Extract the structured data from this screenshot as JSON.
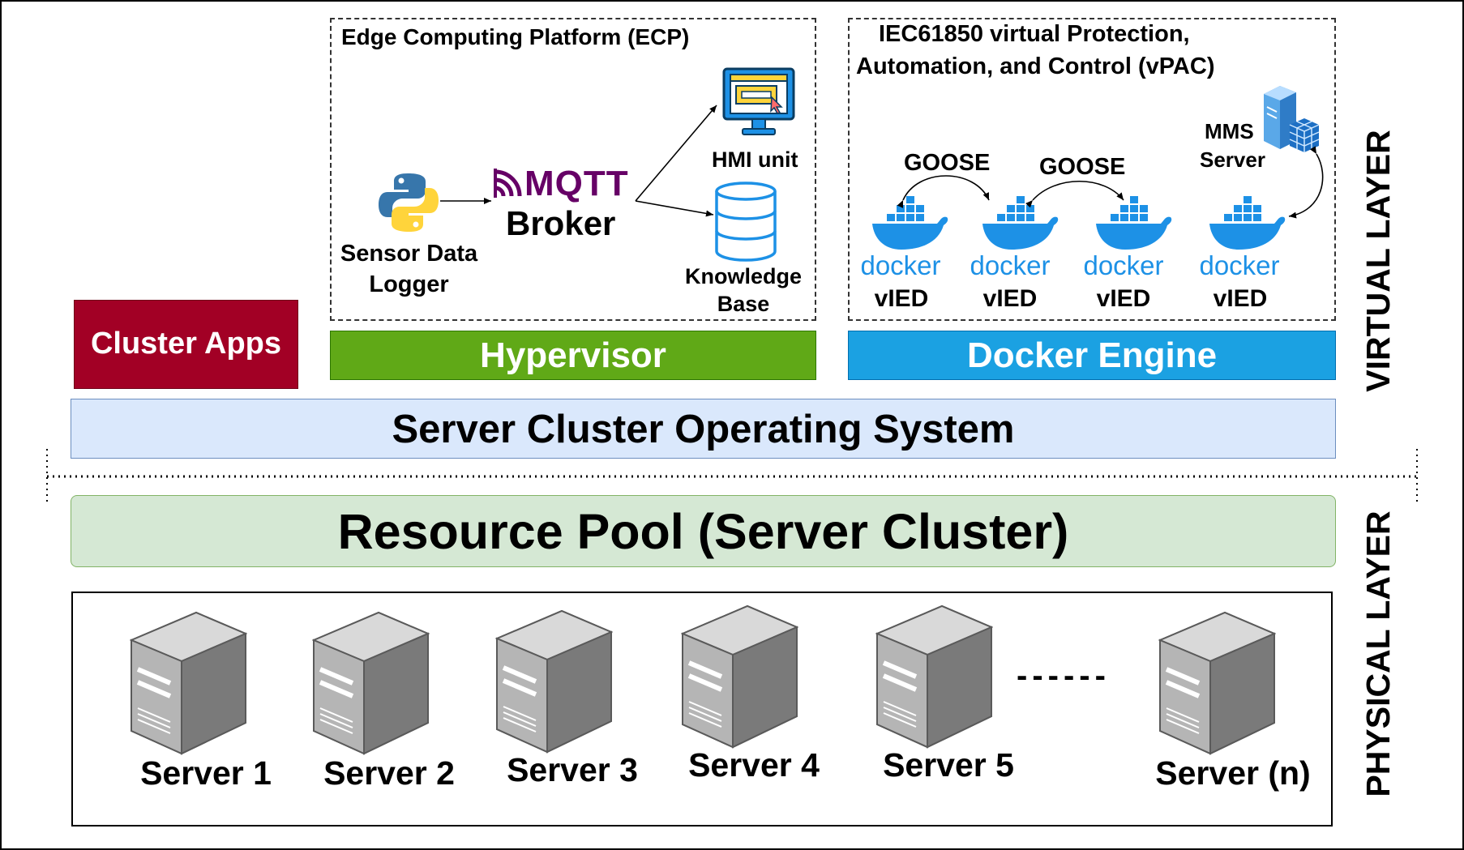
{
  "colors": {
    "cluster_apps": "#a20025",
    "hypervisor": "#60a917",
    "docker_engine": "#1ba1e2",
    "os_bar": "#dae8fc",
    "resource_pool": "#d5e8d4",
    "mqtt_purple": "#660066",
    "docker_blue": "#1d91e6",
    "python_blue": "#3776ab",
    "python_yellow": "#ffd43b"
  },
  "ecp": {
    "title": "Edge Computing Platform (ECP)",
    "sensor_label_line1": "Sensor Data",
    "sensor_label_line2": "Logger",
    "mqtt_logo": "MQTT",
    "broker_label": "Broker",
    "hmi_label": "HMI unit",
    "kb_label_line1": "Knowledge",
    "kb_label_line2": "Base"
  },
  "vpac": {
    "title_line1": "IEC61850 virtual Protection,",
    "title_line2": "Automation, and Control (vPAC)",
    "goose_1": "GOOSE",
    "goose_2": "GOOSE",
    "mms_line1": "MMS",
    "mms_line2": "Server",
    "docker_word": "docker",
    "vied_labels": [
      "vIED",
      "vIED",
      "vIED",
      "vIED"
    ]
  },
  "layers": {
    "cluster_apps": "Cluster Apps",
    "hypervisor": "Hypervisor",
    "docker_engine": "Docker Engine",
    "os": "Server Cluster Operating System",
    "resource_pool": "Resource Pool (Server Cluster)",
    "virtual_layer": "VIRTUAL LAYER",
    "physical_layer": "PHYSICAL LAYER"
  },
  "servers": {
    "labels": [
      "Server 1",
      "Server 2",
      "Server 3",
      "Server 4",
      "Server 5",
      "Server (n)"
    ],
    "ellipsis": "------"
  }
}
